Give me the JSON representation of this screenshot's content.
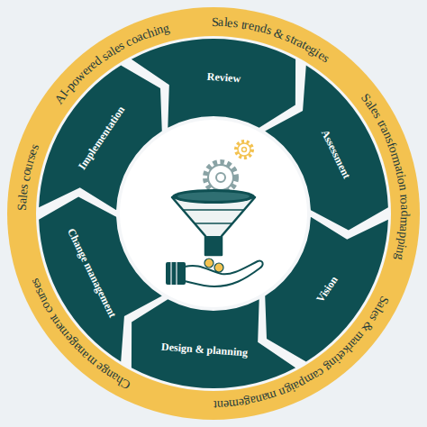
{
  "diagram": {
    "nodes": [
      {
        "text": [
          "Review"
        ]
      },
      {
        "text": [
          "Assessment"
        ]
      },
      {
        "text": [
          "Vision"
        ]
      },
      {
        "text": [
          "Design & planning"
        ]
      },
      {
        "text": [
          "Change management"
        ]
      },
      {
        "text": [
          "Implementation"
        ]
      }
    ],
    "labels": [
      "Sales trends & strategies",
      "Sales transformation roadmapping",
      "Sales & marketing campaign management",
      "Change management courses",
      "Sales courses",
      "AI-powered sales coaching"
    ]
  }
}
